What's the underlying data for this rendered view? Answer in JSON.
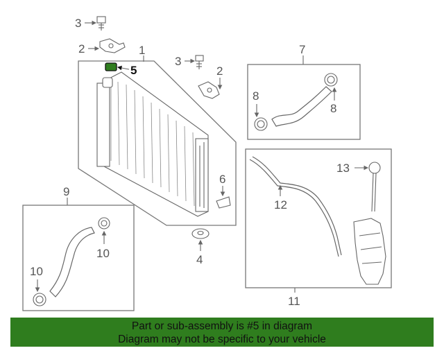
{
  "callouts": {
    "c1": "1",
    "c2a": "2",
    "c2b": "2",
    "c3a": "3",
    "c3b": "3",
    "c4": "4",
    "c5": "5",
    "c6": "6",
    "c7": "7",
    "c8a": "8",
    "c8b": "8",
    "c9": "9",
    "c10a": "10",
    "c10b": "10",
    "c11": "11",
    "c12": "12",
    "c13": "13"
  },
  "highlighted_part": "5",
  "colors": {
    "banner_bg": "#2f7d1e",
    "highlight": "#2f7d1e",
    "line": "#666666"
  },
  "banner": {
    "line1": "Part or sub-assembly is #5 in diagram",
    "line2": "Diagram may not be specific to your vehicle"
  }
}
